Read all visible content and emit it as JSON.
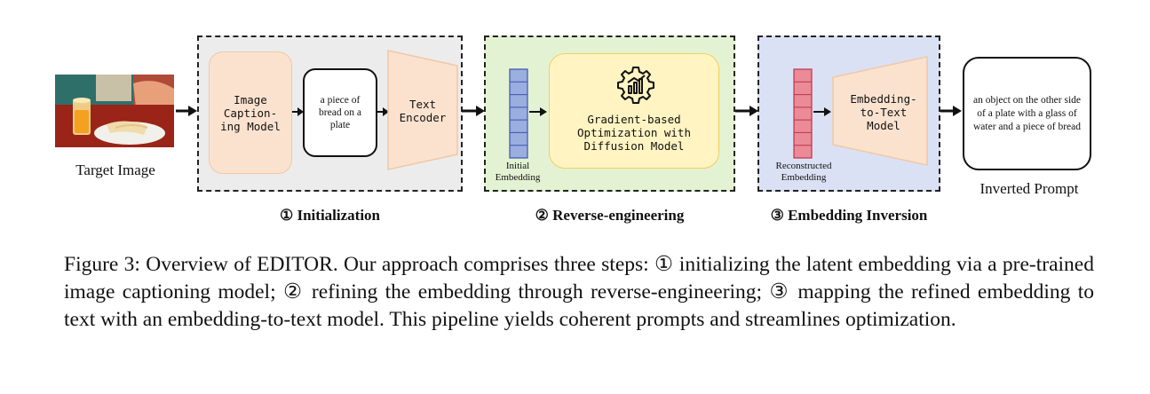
{
  "figure": {
    "target_image_label": "Target Image",
    "inverted_prompt_label": "Inverted Prompt",
    "stage1": {
      "title": "① Initialization",
      "captioning_model": "Image Caption- ing Model",
      "caption_text": "a piece of bread on a plate",
      "text_encoder": "Text Encoder"
    },
    "stage2": {
      "title": "② Reverse-engineering",
      "initial_embedding": "Initial Embedding",
      "optimization": "Gradient-based Optimization with Diffusion Model"
    },
    "stage3": {
      "title": "③ Embedding Inversion",
      "reconstructed_embedding": "Reconstructed Embedding",
      "embedding_to_text": "Embedding- to-Text Model"
    },
    "final_prompt_text": "an object on the other side of a plate with a glass of water and a piece of bread"
  },
  "caption": "Figure 3: Overview of EDITOR. Our approach comprises three steps: ① initializing the latent embedding via a pre-trained image captioning model; ② refining the embedding through reverse-engineering; ③ mapping the refined embedding to text with an embedding-to-text model. This pipeline yields coherent prompts and streamlines optimization.",
  "colors": {
    "stage1_bg": "#ececec",
    "stage2_bg": "#e3f2d3",
    "stage3_bg": "#dbe1f4",
    "captioning_fill": "#fbe2cf",
    "encoder_fill": "#fbe2cf",
    "optimization_fill": "#fff4c2",
    "initial_embedding_fill": "#9aaee0",
    "reconstructed_embedding_fill": "#ec8a97"
  },
  "icons": {
    "target_image": "photo-bread-juice-image",
    "optimization": "gear-chart-icon"
  }
}
